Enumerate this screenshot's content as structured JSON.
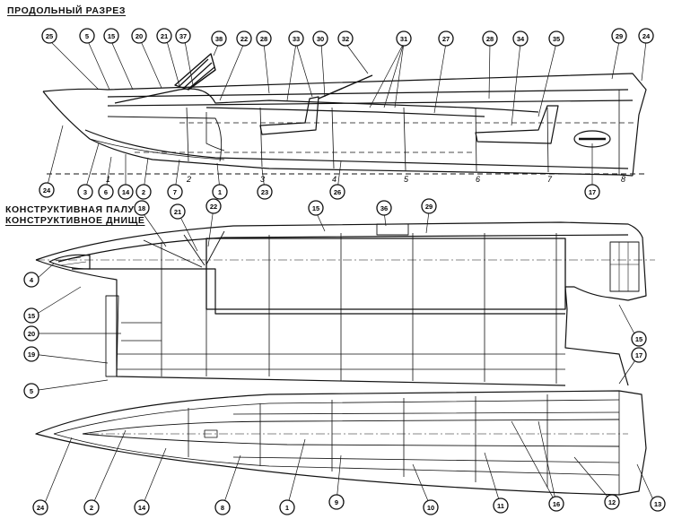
{
  "titles": {
    "side_section": "ПРОДОЛЬНЫЙ РАЗРЕЗ",
    "deck_structure": "КОНСТРУКТИВНАЯ ПАЛУБА",
    "bottom_structure": "КОНСТРУКТИВНОЕ ДНИЩЕ"
  },
  "callouts_side_top": [
    "25",
    "5",
    "15",
    "20",
    "21",
    "37",
    "38",
    "22",
    "28",
    "33",
    "30",
    "32",
    "31",
    "27",
    "28",
    "34",
    "35",
    "29",
    "24"
  ],
  "callouts_side_bottom": [
    "24",
    "3",
    "6",
    "14",
    "2",
    "7",
    "1",
    "23",
    "26",
    "17"
  ],
  "stations": [
    "1",
    "2",
    "3",
    "4",
    "5",
    "6",
    "7",
    "8"
  ],
  "callouts_deck": [
    "18",
    "21",
    "22",
    "15",
    "36",
    "29",
    "4",
    "15",
    "20",
    "19",
    "5",
    "15",
    "17"
  ],
  "callouts_bottom": [
    "24",
    "2",
    "14",
    "8",
    "1",
    "9",
    "10",
    "11",
    "16",
    "12",
    "13"
  ]
}
